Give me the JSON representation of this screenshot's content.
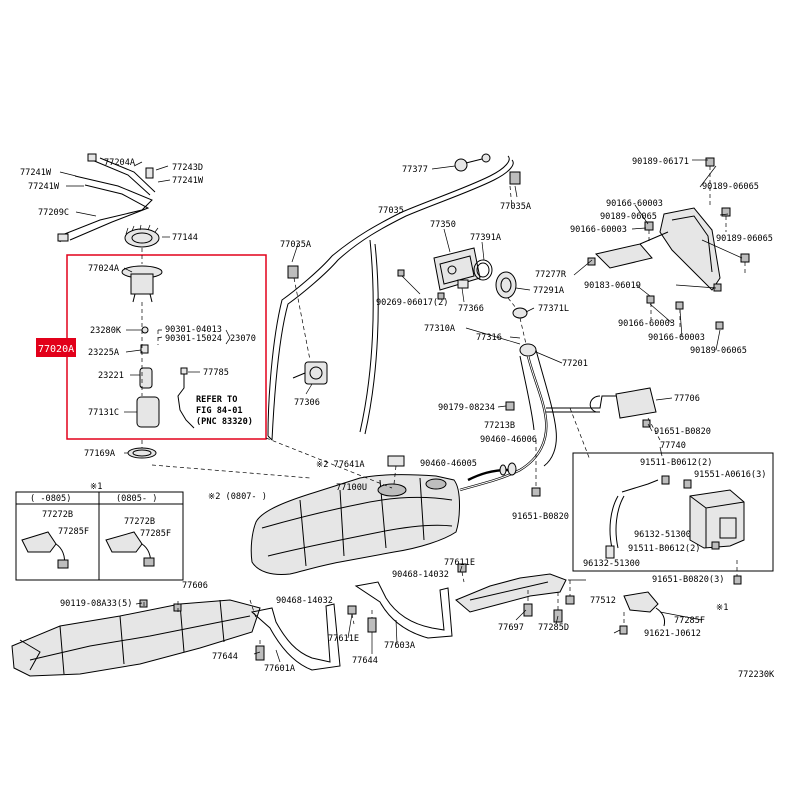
{
  "diagram": {
    "highlight_label": "77020A",
    "drawing_code": "772230K",
    "sub_assembly_note": {
      "lines": [
        "REFER TO",
        "FIG 84-01",
        "(PNC 83320)"
      ]
    },
    "inset_left": {
      "mark": "※1",
      "col1_header": "(    -0805)",
      "col2_header": "(0805-    )"
    },
    "labels": {
      "p77241W_a": "77241W",
      "p77204A": "77204A",
      "p77243D": "77243D",
      "p77241W_b": "77241W",
      "p77241W_c": "77241W",
      "p77209C": "77209C",
      "p77144": "77144",
      "p77024A": "77024A",
      "p23280K": "23280K",
      "p90301_04013": "90301-04013",
      "p90301_15024": "90301-15024",
      "p23070": "23070",
      "p23225A": "23225A",
      "p23221": "23221",
      "p77785": "77785",
      "p77131C": "77131C",
      "p77169A": "77169A",
      "p77377": "77377",
      "p77035A_a": "77035A",
      "p77035": "77035",
      "p77350": "77350",
      "p77391A": "77391A",
      "p77035A_b": "77035A",
      "p90269_06017": "90269-06017(2)",
      "p77366": "77366",
      "p77291A": "77291A",
      "p77371L": "77371L",
      "p77310A": "77310A",
      "p77316": "77316",
      "p77306": "77306",
      "p77201": "77201",
      "p90179_08234": "90179-08234",
      "p77213B": "77213B",
      "p90460_46006": "90460-46006",
      "p90460_46005": "90460-46005",
      "p91651_B0820_a": "91651-B0820",
      "p77641A": "※2  77641A",
      "p77100U": "77100U",
      "p2_0807": "※2 (0807-    )",
      "p90189_06171": "90189-06171",
      "p90189_06065_a": "90189-06065",
      "p90166_60003_a": "90166-60003",
      "p90189_06065_b": "90189-06065",
      "p90166_60003_b": "90166-60003",
      "p90189_06065_c": "90189-06065",
      "p77277R": "77277R",
      "p90183_06019": "90183-06019",
      "p90166_60003_c": "90166-60003",
      "p90166_60003_d": "90166-60003",
      "p90189_06065_d": "90189-06065",
      "p77706": "77706",
      "p91651_B0820_b": "91651-B0820",
      "p77740": "77740",
      "p91511_B0612_a": "91511-B0612(2)",
      "p91551_A0616": "91551-A0616(3)",
      "p96132_51300_a": "96132-51300",
      "p91511_B0612_b": "91511-B0612(2)",
      "p96132_51300_b": "96132-51300",
      "p91651_B0820_c": "91651-B0820(3)",
      "p77272B_a": "77272B",
      "p77285F_a": "77285F",
      "p77272B_b": "77272B",
      "p77285F_b": "77285F",
      "p77606": "77606",
      "p90119_08A33": "90119-08A33(5)",
      "p90468_14032_a": "90468-14032",
      "p90468_14032_b": "90468-14032",
      "p77611E_a": "77611E",
      "p77611E_b": "77611E",
      "p77644_a": "77644",
      "p77644_b": "77644",
      "p77601A": "77601A",
      "p77603A": "77603A",
      "p77697": "77697",
      "p77285D": "77285D",
      "p77512": "77512",
      "p77285F_c": "77285F",
      "p1_right": "※1",
      "p91621_J0612": "91621-J0612"
    }
  }
}
